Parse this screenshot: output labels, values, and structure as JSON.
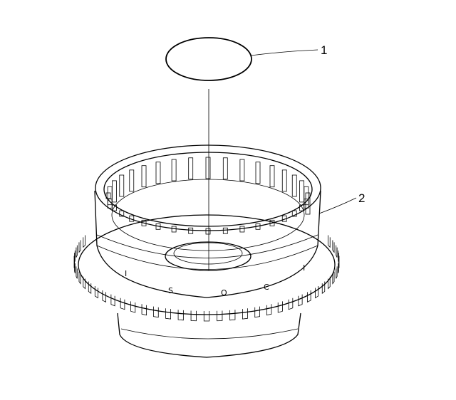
{
  "callouts": [
    {
      "id": "1",
      "label": "1",
      "part": "snap-ring"
    },
    {
      "id": "2",
      "label": "2",
      "part": "gear-housing"
    }
  ],
  "colors": {
    "line": "#000000",
    "background": "#ffffff"
  }
}
